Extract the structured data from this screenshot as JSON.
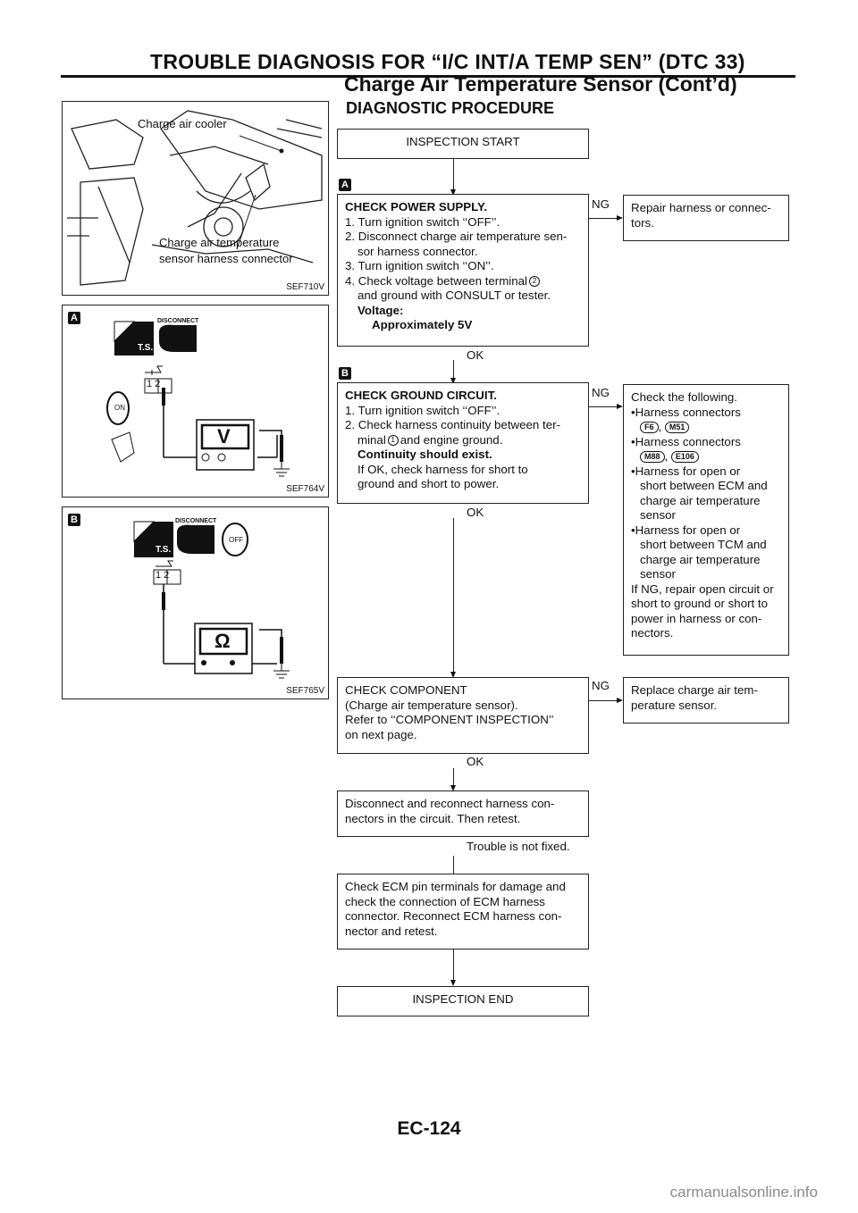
{
  "header": {
    "title": "TROUBLE DIAGNOSIS FOR “I/C INT/A TEMP SEN” (DTC 33)",
    "subtitle": "Charge Air Temperature Sensor (Cont’d)"
  },
  "section_title": "DIAGNOSTIC PROCEDURE",
  "figures": {
    "fig1": {
      "code": "SEF710V",
      "label1": "Charge air cooler",
      "label2": "Charge air temperature",
      "label3": "sensor harness connector"
    },
    "fig2": {
      "code": "SEF764V",
      "tag": "A",
      "disconnect": "DISCONNECT",
      "ts": "T.S.",
      "pins": "1 2",
      "meter": "V",
      "switch": "ON"
    },
    "fig3": {
      "code": "SEF765V",
      "tag": "B",
      "disconnect": "DISCONNECT",
      "ts": "T.S.",
      "pins": "1 2",
      "meter": "Ω",
      "switch": "OFF"
    }
  },
  "flow": {
    "start": "INSPECTION START",
    "stepA": {
      "tag": "A",
      "title": "CHECK POWER SUPPLY.",
      "l1": "1. Turn ignition switch ‘‘OFF’’.",
      "l2": "2. Disconnect charge air temperature sen-",
      "l2b": "sor harness connector.",
      "l3": "3. Turn ignition switch ‘‘ON’’.",
      "l4": "4. Check voltage between terminal",
      "term": "2",
      "l4b": "and ground with CONSULT or tester.",
      "vlabel": "Voltage:",
      "vvalue": "Approximately 5V",
      "ng": "NG",
      "ok": "OK",
      "ng_action1": "Repair harness or connec-",
      "ng_action2": "tors."
    },
    "stepB": {
      "tag": "B",
      "title": "CHECK GROUND CIRCUIT.",
      "l1": "1. Turn ignition switch ‘‘OFF’’.",
      "l2": "2. Check harness continuity between ter-",
      "l2b_pre": "minal",
      "term": "1",
      "l2b_post": "and engine ground.",
      "cont": "Continuity should exist.",
      "l3": "If OK, check harness for short to",
      "l3b": "ground and short to power.",
      "ng": "NG",
      "ok": "OK",
      "ng_title": "Check the following.",
      "b1": "Harness connectors",
      "c1a": "F6",
      "c1b": "M51",
      "b2": "Harness connectors",
      "c2a": "M88",
      "c2b": "E106",
      "b3a": "Harness for open or",
      "b3b": "short between ECM and",
      "b3c": "charge air temperature",
      "b3d": "sensor",
      "b4a": "Harness for open or",
      "b4b": "short between TCM and",
      "b4c": "charge air temperature",
      "b4d": "sensor",
      "n1": "If NG, repair open circuit or",
      "n2": "short to ground or short to",
      "n3": "power in harness or con-",
      "n4": "nectors."
    },
    "stepC": {
      "l1": "CHECK COMPONENT",
      "l2": "(Charge air temperature sensor).",
      "l3": "Refer to ‘‘COMPONENT INSPECTION’’",
      "l4": "on next page.",
      "ng": "NG",
      "ok": "OK",
      "ng_action1": "Replace charge air tem-",
      "ng_action2": "perature sensor."
    },
    "stepD": {
      "l1": "Disconnect and reconnect harness con-",
      "l2": "nectors in the circuit. Then retest.",
      "result": "Trouble is not fixed."
    },
    "stepE": {
      "l1": "Check ECM pin terminals for damage and",
      "l2": "check the connection of ECM harness",
      "l3": "connector. Reconnect ECM harness con-",
      "l4": "nector and retest."
    },
    "end": "INSPECTION END"
  },
  "page_number": "EC-124",
  "watermark": "carmanualsonline.info"
}
